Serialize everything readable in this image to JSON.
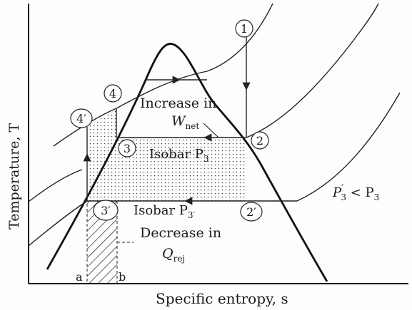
{
  "axes": {
    "ylabel": "Temperature, T",
    "xlabel": "Specific entropy, s"
  },
  "points": {
    "p1": "1",
    "p2": "2",
    "p2p": "2′",
    "p3": "3",
    "p3p": "3′",
    "p4": "4",
    "p4p": "4′"
  },
  "annotations": {
    "increase_line1": "Increase in",
    "wnet_main": "W",
    "wnet_sub": "net",
    "isobar3_main": "Isobar P",
    "isobar3_sub": "3",
    "isobar3p_main": "Isobar P",
    "isobar3p_sub": "3′",
    "decrease_line1": "Decrease in",
    "qrej_main": "Q",
    "qrej_sub": "rej",
    "relation_p": "P",
    "relation_prime": "′",
    "relation_sub1": "3",
    "relation_lt": " < P",
    "relation_sub2": "3",
    "a": "a",
    "b": "b"
  }
}
